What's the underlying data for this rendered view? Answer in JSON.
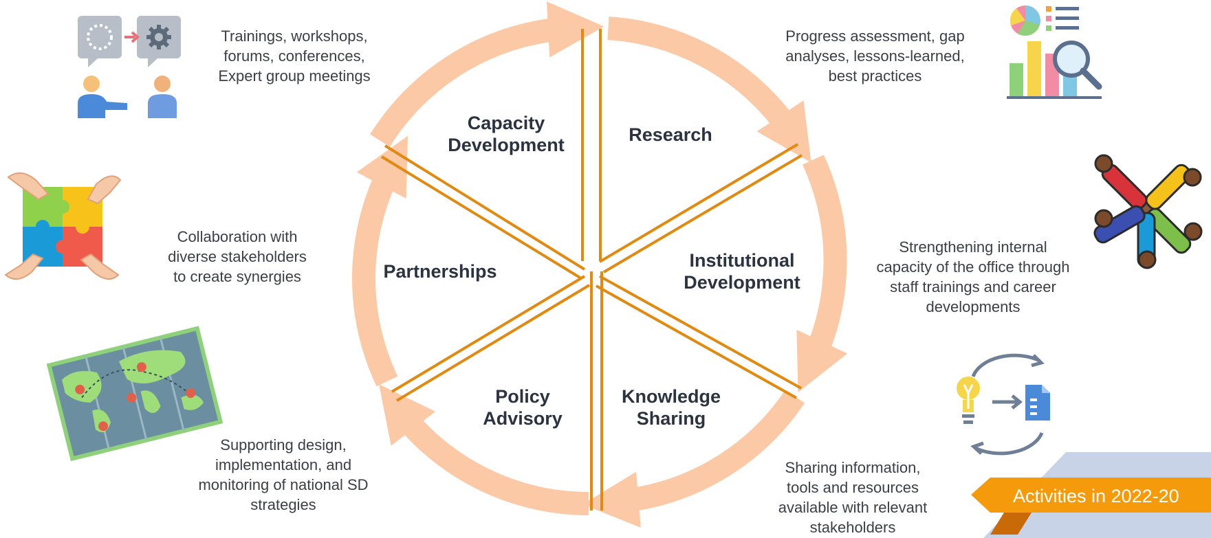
{
  "segments": [
    {
      "id": "capacity",
      "line1": "Capacity",
      "line2": "Development"
    },
    {
      "id": "research",
      "line1": "Research",
      "line2": ""
    },
    {
      "id": "institutional",
      "line1": "Institutional",
      "line2": "Development"
    },
    {
      "id": "knowledge",
      "line1": "Knowledge",
      "line2": "Sharing"
    },
    {
      "id": "policy",
      "line1": "Policy",
      "line2": "Advisory"
    },
    {
      "id": "partnerships",
      "line1": "Partnerships",
      "line2": ""
    }
  ],
  "descriptions": {
    "capacity": [
      "Trainings, workshops,",
      "forums, conferences,",
      "Expert group meetings"
    ],
    "research": [
      "Progress assessment, gap",
      "analyses, lessons-learned,",
      "best practices"
    ],
    "institutional": [
      "Strengthening internal",
      "capacity of the office through",
      "staff trainings and career",
      "developments"
    ],
    "knowledge": [
      "Sharing information,",
      "tools and resources",
      "available with relevant",
      "stakeholders"
    ],
    "policy": [
      "Supporting design,",
      "implementation, and",
      "monitoring of national SD",
      "strategies"
    ],
    "partnerships": [
      "Collaboration with",
      "diverse stakeholders",
      "to create synergies"
    ]
  },
  "banner": {
    "text": "Activities in 2022-20"
  },
  "icons": {
    "capacity": "trainer-presentation-icon",
    "research": "data-analysis-icon",
    "institutional": "team-collaboration-icon",
    "knowledge": "idea-to-document-icon",
    "policy": "world-map-icon",
    "partnerships": "puzzle-hands-icon"
  },
  "colors": {
    "arrow": "#fcc9a7",
    "divider": "#e08a12",
    "label": "#2b3340",
    "text": "#3b3f45",
    "banner": "#f59b0b",
    "banner_bg": "#c8d3e8"
  }
}
